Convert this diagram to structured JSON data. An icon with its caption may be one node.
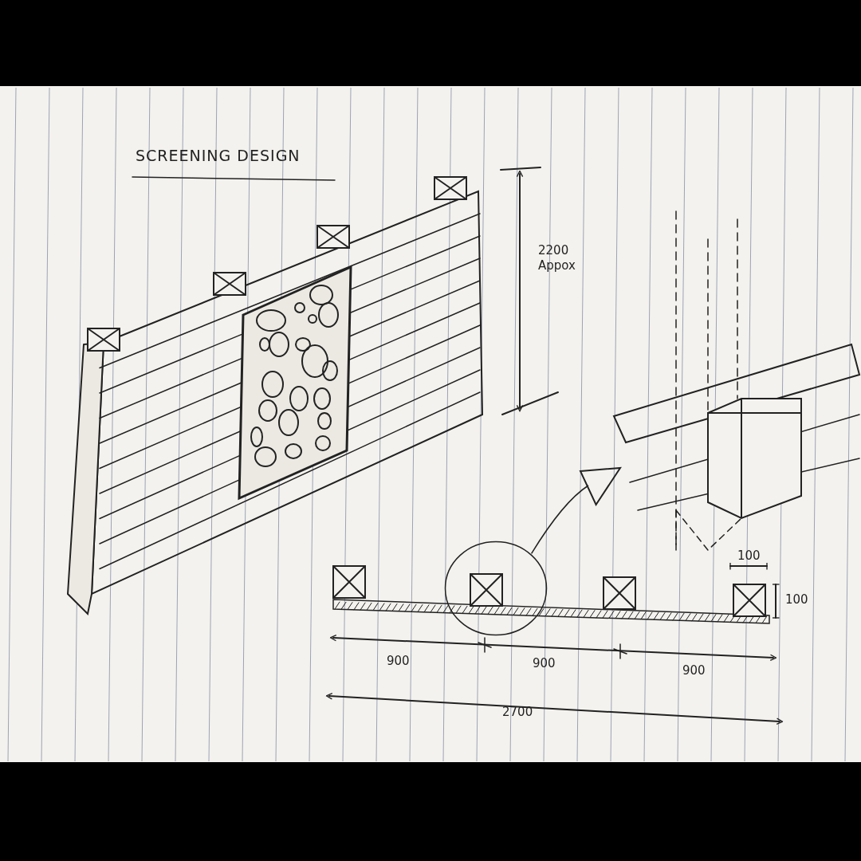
{
  "diagram": {
    "title": "SCREENING DESIGN",
    "nodes": [
      {
        "text": [],
        "shape": "circle"
      },
      {
        "text": [],
        "shape": "triangle"
      }
    ],
    "edges": [
      {
        "from": 0,
        "to": 1,
        "arrow": "none"
      }
    ],
    "labels": [
      "2200 Appox",
      "100",
      "100",
      "900",
      "900",
      "900",
      "2700"
    ]
  }
}
